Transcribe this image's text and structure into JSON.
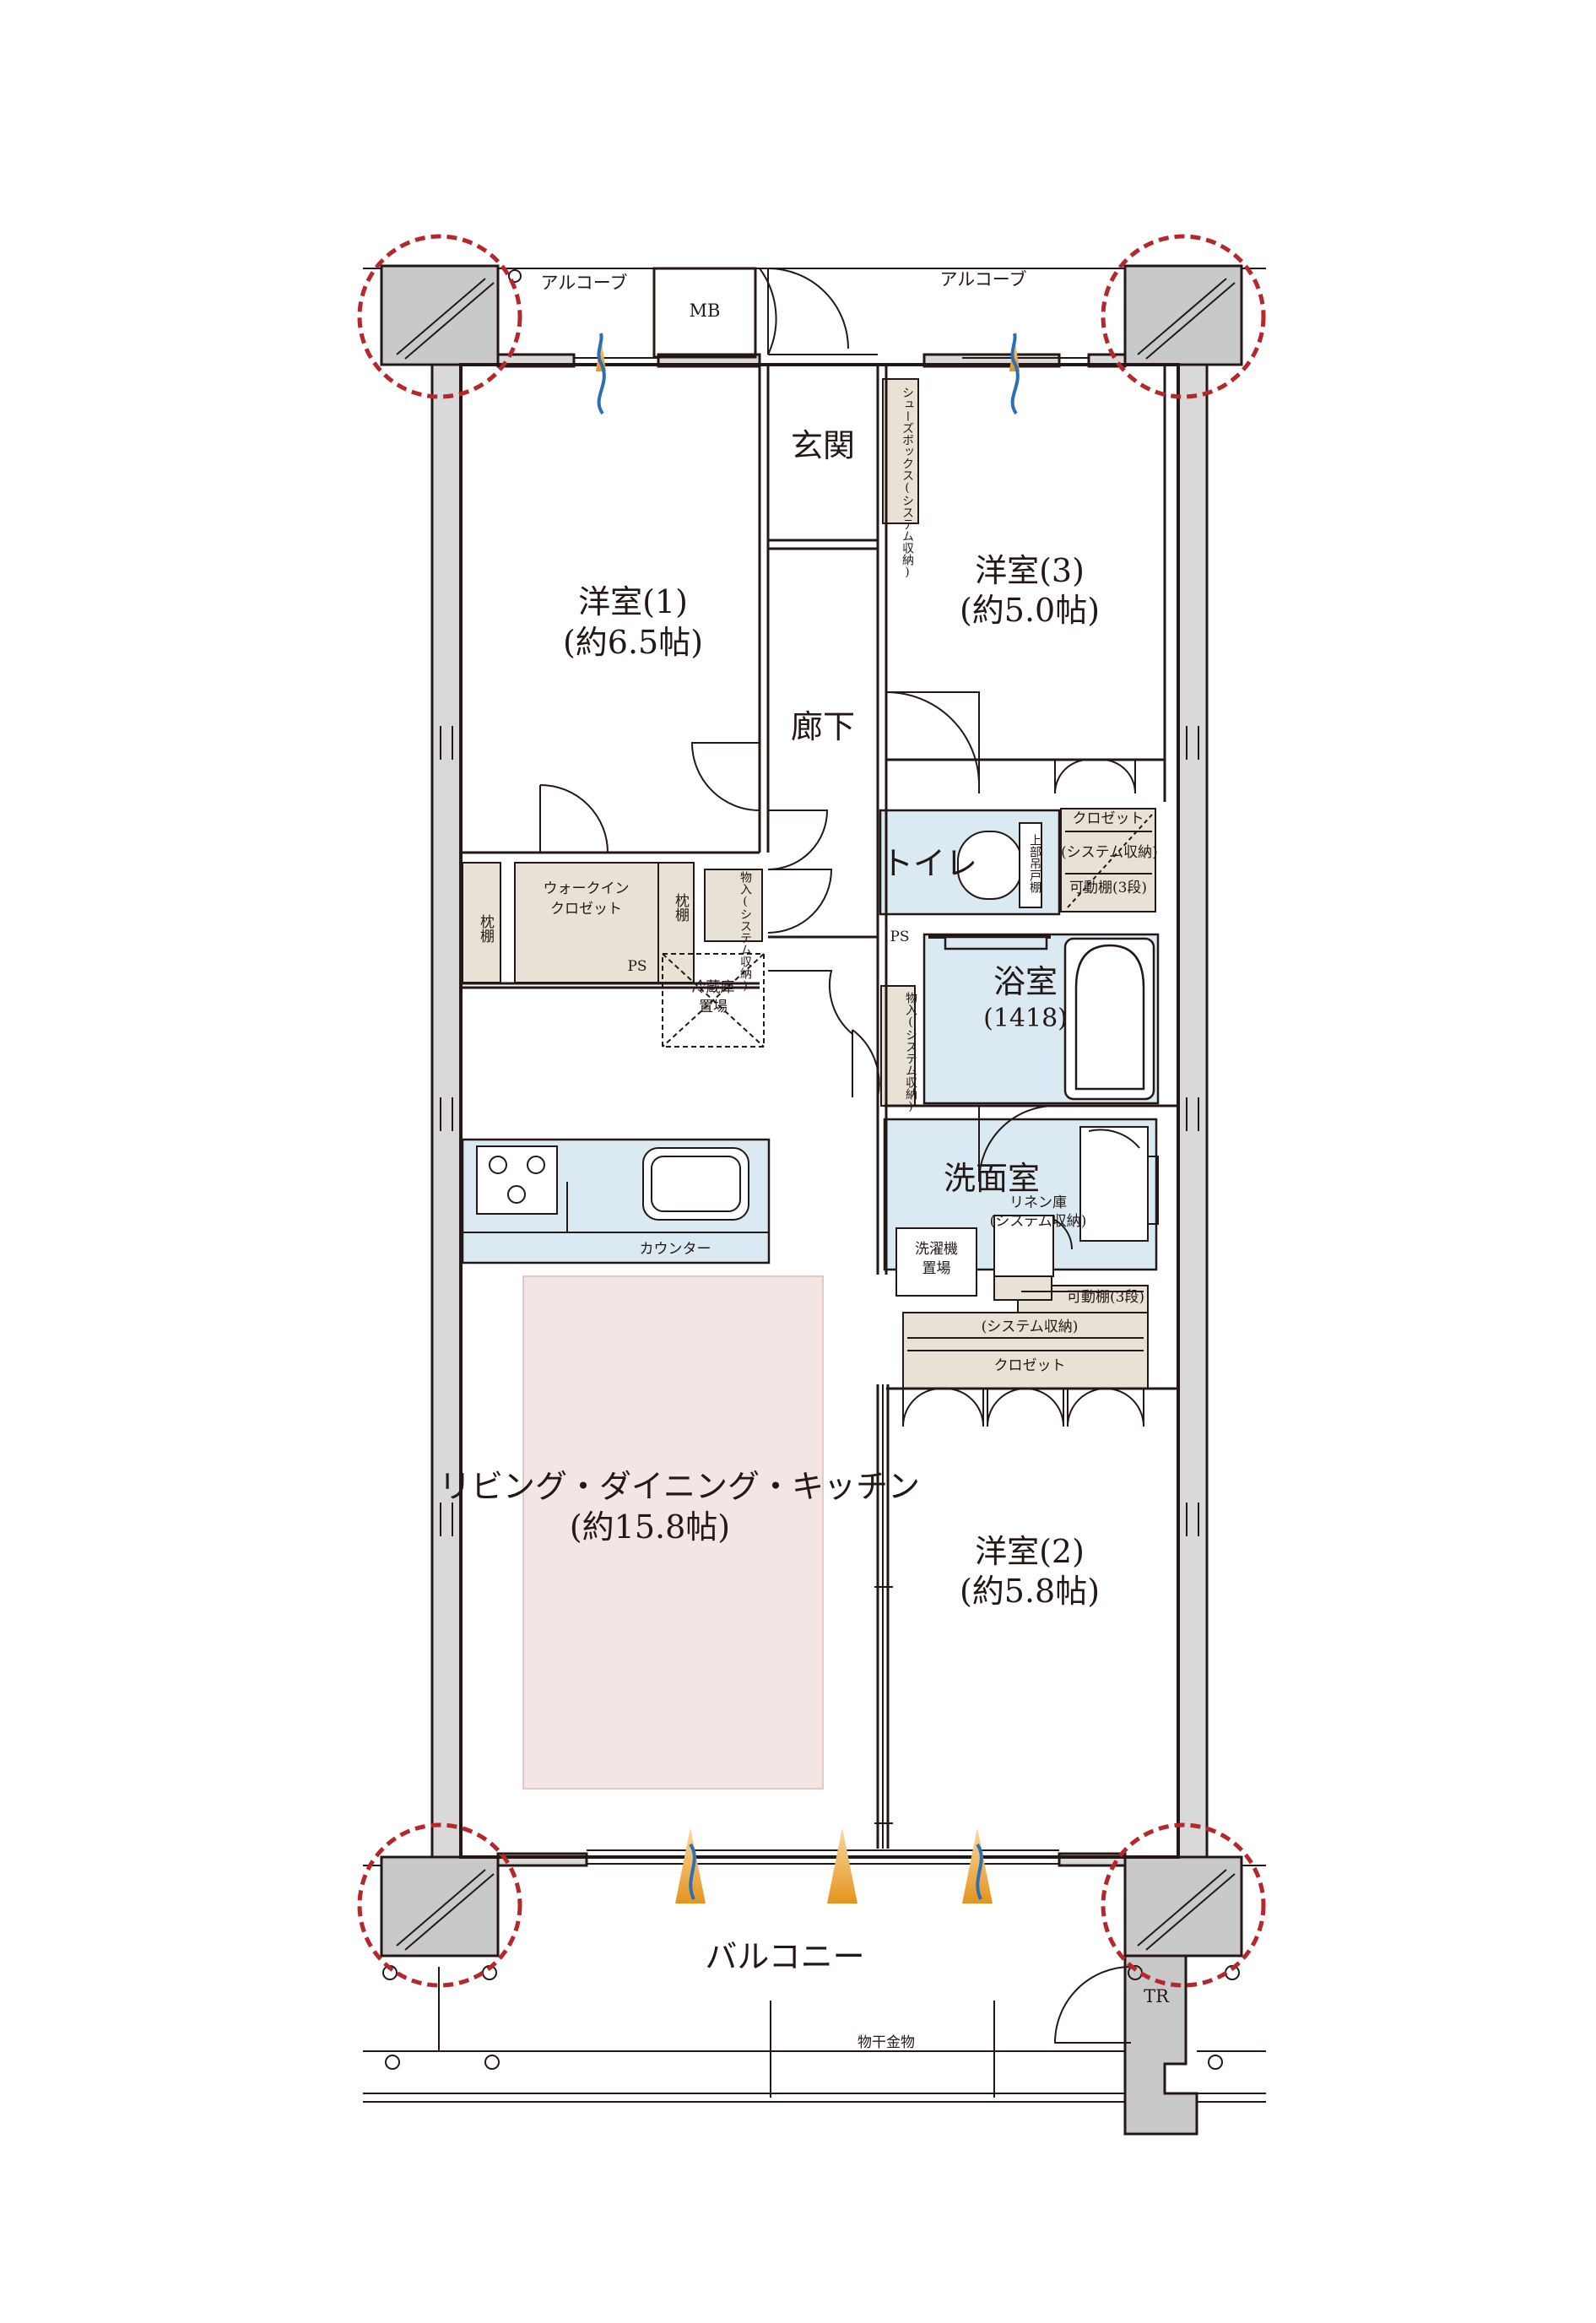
{
  "rooms": {
    "western1_name": "洋室(1)",
    "western1_size": "(約6.5帖)",
    "western2_name": "洋室(2)",
    "western2_size": "(約5.8帖)",
    "western3_name": "洋室(3)",
    "western3_size": "(約5.0帖)",
    "ldk_name": "リビング・ダイニング・キッチン",
    "ldk_size": "(約15.8帖)",
    "entrance": "玄関",
    "hallway": "廊下",
    "toilet": "トイレ",
    "bath_name": "浴室",
    "bath_size": "(1418)",
    "washroom": "洗面室",
    "balcony": "バルコニー"
  },
  "labels": {
    "alcove_left": "アルコーブ",
    "alcove_right": "アルコーブ",
    "mb": "MB",
    "shoebox": "シューズボックス(システム収納)",
    "walkin_line1": "ウォークイン",
    "walkin_line2": "クロゼット",
    "pillow_shelf_left": "枕棚",
    "pillow_shelf_right": "枕棚",
    "storage_sys_top": "物入(システム収納)",
    "ps_upper": "PS",
    "ps_lower": "PS",
    "fridge_line1": "冷蔵庫",
    "fridge_line2": "置場",
    "storage_sys_mid": "物入(システム収納)",
    "upper_shelf": "上部吊戸棚",
    "closet_top_title": "クロゼット",
    "closet_top_sys": "(システム収納)",
    "closet_top_shelf": "可動棚(3段)",
    "counter": "カウンター",
    "linen_line1": "リネン庫",
    "linen_line2": "(システム収納)",
    "washer_line1": "洗濯機",
    "washer_line2": "置場",
    "closet2_shelf": "可動棚(3段)",
    "closet2_sys": "(システム収納)",
    "closet2_title": "クロゼット",
    "tr": "TR",
    "drying_hardware": "物干金物"
  },
  "colors": {
    "wall": "#231815",
    "wall_fill": "#d9d9d9",
    "column": "#c9c9c9",
    "water_area": "#dbe9f3",
    "storage": "#e7e2d5",
    "ldk_highlight": "#f2e5e4",
    "marker": "#b5272d",
    "vent_orange": "#e5941f",
    "vent_blue": "#2b6fb5"
  }
}
